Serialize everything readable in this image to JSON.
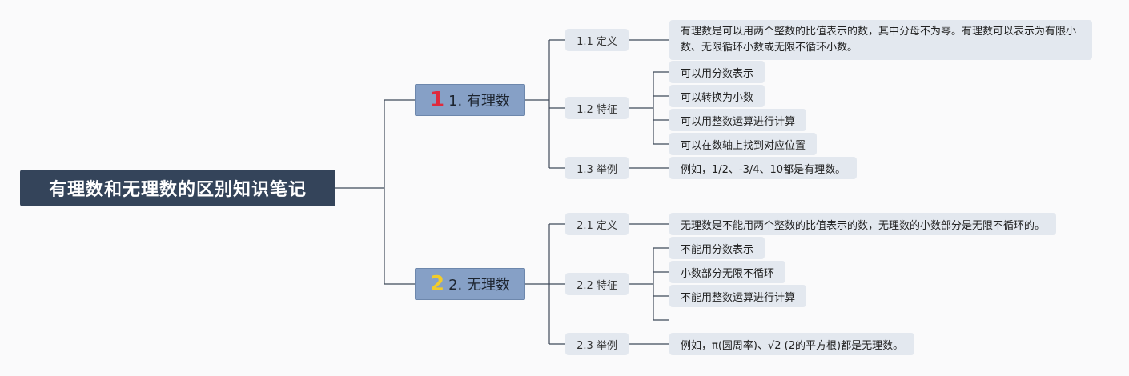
{
  "root": {
    "title": "有理数和无理数的区别知识笔记"
  },
  "topics": [
    {
      "badge": "1",
      "label": "1. 有理数",
      "subs": [
        {
          "label": "1.1 定义",
          "leaves": [
            "有理数是可以用两个整数的比值表示的数，其中分母不为零。有理数可以表示为有限小数、无限循环小数或无限不循环小数。"
          ]
        },
        {
          "label": "1.2 特征",
          "leaves": [
            "可以用分数表示",
            "可以转换为小数",
            "可以用整数运算进行计算",
            "可以在数轴上找到对应位置"
          ]
        },
        {
          "label": "1.3 举例",
          "leaves": [
            "例如，1/2、-3/4、10都是有理数。"
          ]
        }
      ]
    },
    {
      "badge": "2",
      "label": "2. 无理数",
      "subs": [
        {
          "label": "2.1 定义",
          "leaves": [
            "无理数是不能用两个整数的比值表示的数，无理数的小数部分是无限不循环的。"
          ]
        },
        {
          "label": "2.2 特征",
          "leaves": [
            "不能用分数表示",
            "小数部分无限不循环",
            "不能用整数运算进行计算",
            ""
          ]
        },
        {
          "label": "2.3 举例",
          "leaves": [
            "例如，π(圆周率)、√2 (2的平方根)都是无理数。"
          ]
        }
      ]
    }
  ],
  "colors": {
    "root": "#34445a",
    "topic": "#86a0c6",
    "sub": "#e3e8ef",
    "line": "#3f4a5a",
    "badge1": "#e02a3c",
    "badge2": "#f2cc2a"
  }
}
